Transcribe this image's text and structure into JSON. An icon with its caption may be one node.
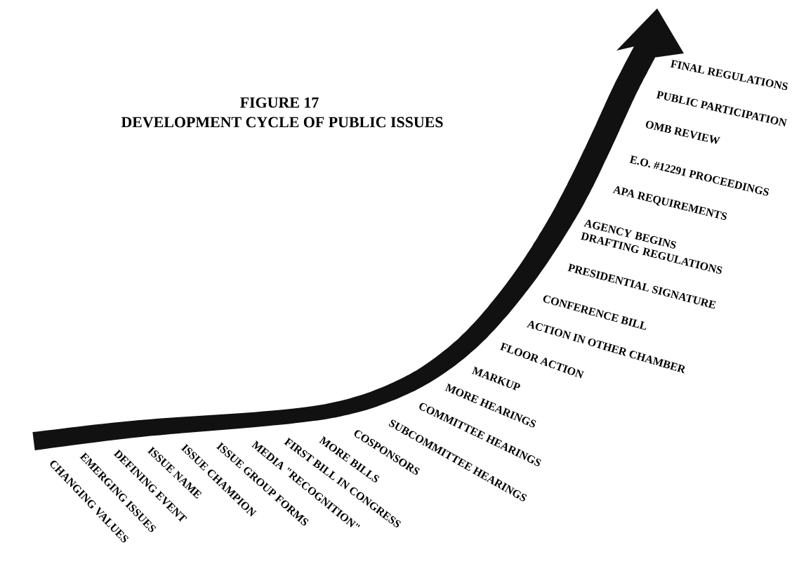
{
  "diagram": {
    "title": "DEVELOPMENT CYCLE OF PUBLIC ISSUES",
    "labels": [
      "FIGURE 17",
      "CHANGING VALUES",
      "EMERGING ISSUES",
      "DEFINING EVENT",
      "ISSUE NAME",
      "ISSUE CHAMPION",
      "ISSUE GROUP FORMS",
      "MEDIA \"RECOGNITION\"",
      "FIRST BILL IN CONGRESS",
      "MORE BILLS",
      "COSPONSORS",
      "SUBCOMMITTEE HEARINGS",
      "COMMITTEE HEARINGS",
      "MORE HEARINGS",
      "MARKUP",
      "FLOOR ACTION",
      "ACTION IN OTHER CHAMBER",
      "CONFERENCE BILL",
      "PRESIDENTIAL SIGNATURE",
      "AGENCY BEGINS DRAFTING REGULATIONS",
      "APA REQUIREMENTS",
      "E.O. #12291 PROCEEDINGS",
      "OMB REVIEW",
      "PUBLIC PARTICIPATION",
      "FINAL REGULATIONS"
    ]
  }
}
